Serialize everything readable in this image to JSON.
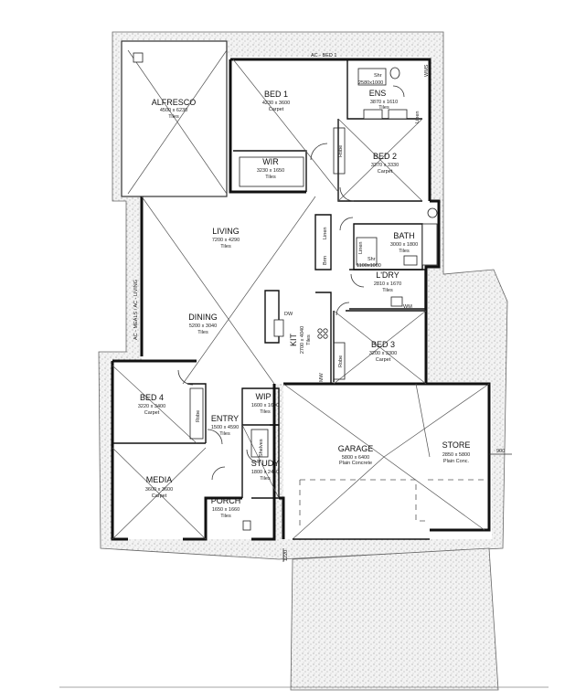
{
  "rooms": {
    "alfresco": {
      "name": "ALFRESCO",
      "dim": "4500 x 6230",
      "finish": "Tiles"
    },
    "bed1": {
      "name": "BED 1",
      "dim": "4230 x 3600",
      "finish": "Carpet"
    },
    "ens": {
      "name": "ENS",
      "dim": "3870 x 1610",
      "finish": "Tiles"
    },
    "wir": {
      "name": "WIR",
      "dim": "3230 x 1650",
      "finish": "Tiles"
    },
    "bed2": {
      "name": "BED 2",
      "dim": "3370 x 3330",
      "finish": "Carpet"
    },
    "living": {
      "name": "LIVING",
      "dim": "7200 x 4290",
      "finish": "Tiles"
    },
    "bath": {
      "name": "BATH",
      "dim": "3000 x 1800",
      "finish": "Tiles"
    },
    "ldry": {
      "name": "L'DRY",
      "dim": "2810 x 1670",
      "finish": "Tiles"
    },
    "dining": {
      "name": "DINING",
      "dim": "5200 x 3040",
      "finish": "Tiles"
    },
    "kit": {
      "name": "KIT",
      "dim": "2700 x 4040",
      "finish": "Tiles"
    },
    "bed3": {
      "name": "BED 3",
      "dim": "3200 x 3300",
      "finish": "Carpet"
    },
    "bed4": {
      "name": "BED 4",
      "dim": "3220 x 3400",
      "finish": "Carpet"
    },
    "wip": {
      "name": "WIP",
      "dim": "1600 x 1600",
      "finish": "Tiles"
    },
    "entry": {
      "name": "ENTRY",
      "dim": "1500 x 4590",
      "finish": "Tiles"
    },
    "study": {
      "name": "STUDY",
      "dim": "1800 x 2450",
      "finish": "Tiles"
    },
    "garage": {
      "name": "GARAGE",
      "dim": "5800 x 6400",
      "finish": "Plain Concrete"
    },
    "store": {
      "name": "STORE",
      "dim": "2850 x 5800",
      "finish": "Plain Conc."
    },
    "media": {
      "name": "MEDIA",
      "dim": "3600 x 3600",
      "finish": "Carpet"
    },
    "porch": {
      "name": "PORCH",
      "dim": "1650 x 1660",
      "finish": "Tiles"
    }
  },
  "labels": {
    "ac_bed1": "AC - BED 1",
    "ac_meals": "AC - MEALS / AC - LIVING",
    "shr_ens": "Shr",
    "shr_ens_dim": "2580x1000",
    "shr_bath": "Shr",
    "shr_bath_dim": "1100x1000",
    "robe_bed2": "Robe",
    "robe_bed3": "Robe",
    "robe_bed4": "Robe",
    "linen1": "Linen",
    "linen2": "Linen",
    "linen_ens": "Linen",
    "brm": "Brm",
    "shelves": "Shelves",
    "dw": "DW",
    "wm": "WM",
    "mw": "MW",
    "dim_900": "900",
    "dim_1220": "1220",
    "wms": "WMS"
  }
}
